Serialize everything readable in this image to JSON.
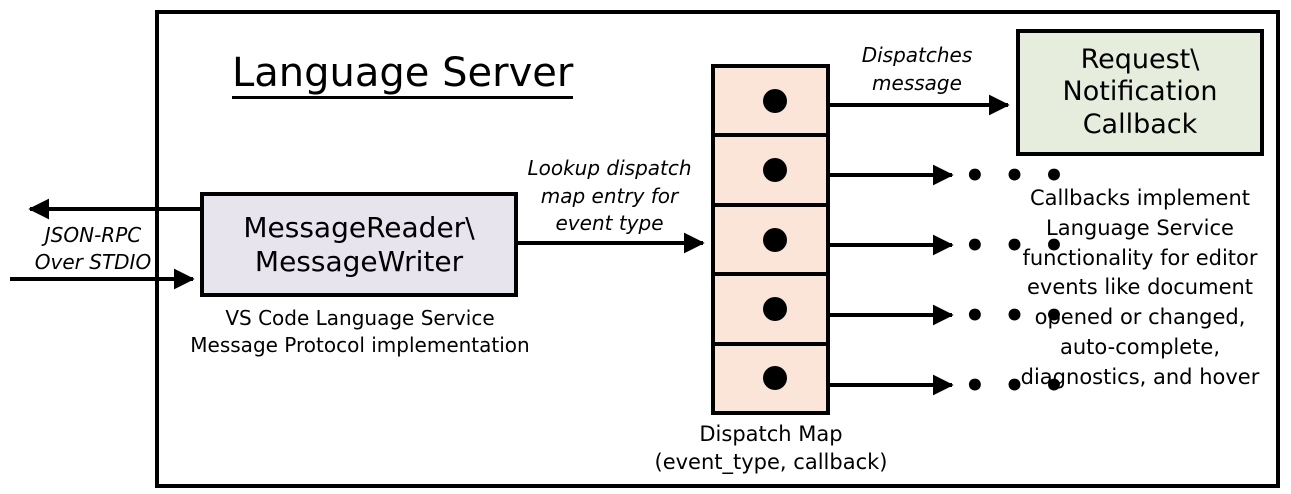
{
  "diagram": {
    "title": "Language Server",
    "frame_name": "language-server-boundary"
  },
  "message_node": {
    "label": "MessageReader\\\nMessageWriter",
    "label_line1": "MessageReader\\",
    "label_line2": "MessageWriter",
    "caption_line1": "VS Code Language Service",
    "caption_line2": "Message Protocol implementation",
    "fill_color": "#E8E4EE"
  },
  "io": {
    "label_line1": "JSON-RPC",
    "label_line2": "Over STDIO",
    "inbound_arrow": "arrow-right-into-message-reader",
    "outbound_arrow": "arrow-left-out-of-message-writer"
  },
  "lookup_edge": {
    "label_line1": "Lookup dispatch",
    "label_line2": "map entry for",
    "label_line3": "event type"
  },
  "dispatch_edge": {
    "label_line1": "Dispatches",
    "label_line2": "message"
  },
  "dispatch_map": {
    "caption_line1": "Dispatch Map",
    "caption_line2": "(event_type, callback)",
    "fill_color": "#FAE5D8",
    "row_count": 5,
    "rows": [
      {
        "index": 0,
        "target": "request-notification-callback"
      },
      {
        "index": 1,
        "target": "ellipsis"
      },
      {
        "index": 2,
        "target": "ellipsis"
      },
      {
        "index": 3,
        "target": "ellipsis"
      },
      {
        "index": 4,
        "target": "ellipsis"
      }
    ],
    "ellipsis_glyph": "• • •"
  },
  "callback_node": {
    "label_line1": "Request\\",
    "label_line2": "Notification",
    "label_line3": "Callback",
    "fill_color": "#E6EDDC",
    "caption_line1": "Callbacks implement",
    "caption_line2": "Language Service",
    "caption_line3": "functionality for editor",
    "caption_line4": "events like document",
    "caption_line5": "opened or changed,",
    "caption_line6": "auto-complete,",
    "caption_line7": "diagnostics, and hover"
  },
  "colors": {
    "stroke": "#000000",
    "background": "#FFFFFF"
  }
}
